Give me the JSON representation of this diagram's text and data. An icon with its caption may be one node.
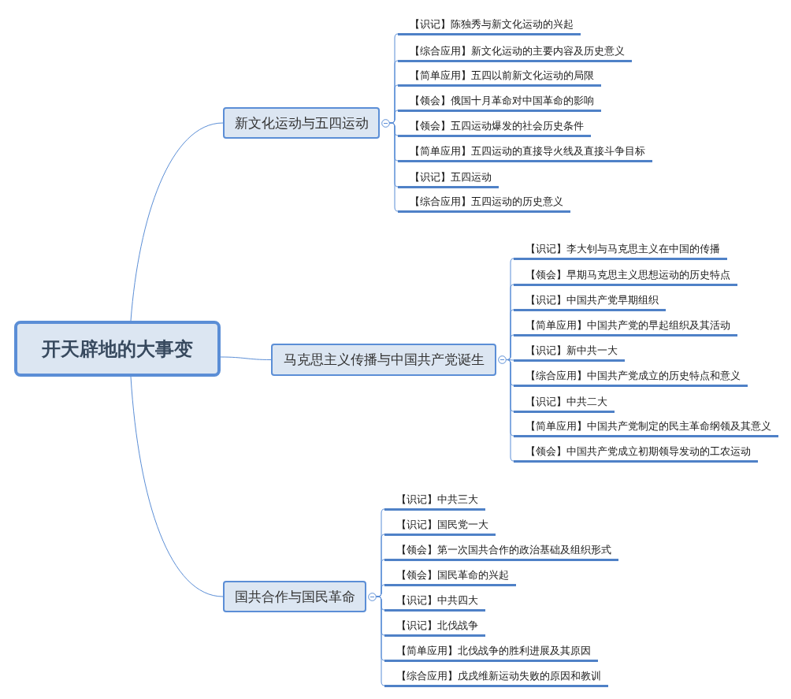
{
  "diagram": {
    "nodes": [
      {
        "text": [
          "开天辟地的大事变"
        ]
      },
      {
        "text": [
          "新文化运动与五四运动"
        ]
      },
      {
        "text": [
          "【识记】陈独秀与新文化运动的兴起"
        ]
      },
      {
        "text": [
          "【综合应用】新文化运动的主要内容及历史意义"
        ]
      },
      {
        "text": [
          "【简单应用】五四以前新文化运动的局限"
        ]
      },
      {
        "text": [
          "【领会】俄国十月革命对中国革命的影响"
        ]
      },
      {
        "text": [
          "【领会】五四运动爆发的社会历史条件"
        ]
      },
      {
        "text": [
          "【简单应用】五四运动的直接导火线及直接斗争目标"
        ]
      },
      {
        "text": [
          "【识记】五四运动"
        ]
      },
      {
        "text": [
          "【综合应用】五四运动的历史意义"
        ]
      },
      {
        "text": [
          "马克思主义传播与中国共产党诞生"
        ]
      },
      {
        "text": [
          "【识记】李大钊与马克思主义在中国的传播"
        ]
      },
      {
        "text": [
          "【领会】早期马克思主义思想运动的历史特点"
        ]
      },
      {
        "text": [
          "【识记】中国共产党早期组织"
        ]
      },
      {
        "text": [
          "【简单应用】中国共产党的早起组织及其活动"
        ]
      },
      {
        "text": [
          "【识记】新中共一大"
        ]
      },
      {
        "text": [
          "【综合应用】中国共产党成立的历史特点和意义"
        ]
      },
      {
        "text": [
          "【识记】中共二大"
        ]
      },
      {
        "text": [
          "【简单应用】中国共产党制定的民主革命纲领及其意义"
        ]
      },
      {
        "text": [
          "【领会】中国共产党成立初期领导发动的工农运动"
        ]
      },
      {
        "text": [
          "国共合作与国民革命"
        ]
      },
      {
        "text": [
          "【识记】中共三大"
        ]
      },
      {
        "text": [
          "【识记】国民党一大"
        ]
      },
      {
        "text": [
          "【领会】第一次国共合作的政治基础及组织形式"
        ]
      },
      {
        "text": [
          "【领会】国民革命的兴起"
        ]
      },
      {
        "text": [
          "【识记】中共四大"
        ]
      },
      {
        "text": [
          "【识记】北伐战争"
        ]
      },
      {
        "text": [
          "【简单应用】北伐战争的胜利进展及其原因"
        ]
      },
      {
        "text": [
          "【综合应用】戊戌维新运动失败的原因和教训"
        ]
      }
    ],
    "edges": [
      {
        "from": 0,
        "to": 1,
        "arrow": "none"
      },
      {
        "from": 1,
        "to": 2,
        "arrow": "none"
      },
      {
        "from": 1,
        "to": 3,
        "arrow": "none"
      },
      {
        "from": 1,
        "to": 4,
        "arrow": "none"
      },
      {
        "from": 1,
        "to": 5,
        "arrow": "none"
      },
      {
        "from": 1,
        "to": 6,
        "arrow": "none"
      },
      {
        "from": 1,
        "to": 7,
        "arrow": "none"
      },
      {
        "from": 1,
        "to": 8,
        "arrow": "none"
      },
      {
        "from": 1,
        "to": 9,
        "arrow": "none"
      },
      {
        "from": 0,
        "to": 10,
        "arrow": "none"
      },
      {
        "from": 10,
        "to": 11,
        "arrow": "none"
      },
      {
        "from": 10,
        "to": 12,
        "arrow": "none"
      },
      {
        "from": 10,
        "to": 13,
        "arrow": "none"
      },
      {
        "from": 10,
        "to": 14,
        "arrow": "none"
      },
      {
        "from": 10,
        "to": 15,
        "arrow": "none"
      },
      {
        "from": 10,
        "to": 16,
        "arrow": "none"
      },
      {
        "from": 10,
        "to": 17,
        "arrow": "none"
      },
      {
        "from": 10,
        "to": 18,
        "arrow": "none"
      },
      {
        "from": 10,
        "to": 19,
        "arrow": "none"
      },
      {
        "from": 0,
        "to": 20,
        "arrow": "none"
      },
      {
        "from": 20,
        "to": 21,
        "arrow": "none"
      },
      {
        "from": 20,
        "to": 22,
        "arrow": "none"
      },
      {
        "from": 20,
        "to": 23,
        "arrow": "none"
      },
      {
        "from": 20,
        "to": 24,
        "arrow": "none"
      },
      {
        "from": 20,
        "to": 25,
        "arrow": "none"
      },
      {
        "from": 20,
        "to": 26,
        "arrow": "none"
      },
      {
        "from": 20,
        "to": 27,
        "arrow": "none"
      },
      {
        "from": 20,
        "to": 28,
        "arrow": "none"
      }
    ]
  }
}
